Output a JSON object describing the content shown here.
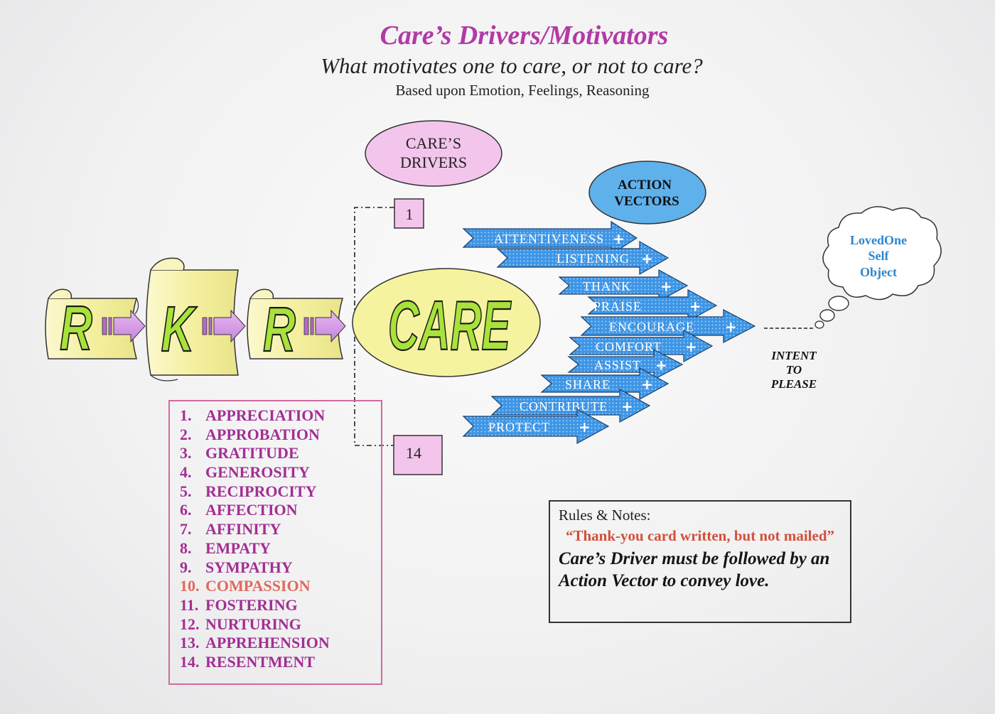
{
  "header": {
    "title": "Care’s Drivers/Motivators",
    "subtitle": "What motivates one to care, or not to care?",
    "basis": "Based upon Emotion, Feelings, Reasoning"
  },
  "chain": {
    "letters": [
      "R",
      "K",
      "R"
    ],
    "center": "CARE"
  },
  "drivers_bubble": {
    "line1": "CARE’S",
    "line2": "DRIVERS"
  },
  "vectors_bubble": {
    "line1": "ACTION",
    "line2": "VECTORS"
  },
  "range_boxes": {
    "first": "1",
    "last": "14"
  },
  "drivers": [
    {
      "num": "1.",
      "label": "APPRECIATION"
    },
    {
      "num": "2.",
      "label": "APPROBATION"
    },
    {
      "num": "3.",
      "label": "GRATITUDE"
    },
    {
      "num": "4.",
      "label": "GENEROSITY"
    },
    {
      "num": "5.",
      "label": "RECIPROCITY"
    },
    {
      "num": "6.",
      "label": "AFFECTION"
    },
    {
      "num": "7.",
      "label": "AFFINITY"
    },
    {
      "num": "8.",
      "label": "EMPATY"
    },
    {
      "num": "9.",
      "label": "SYMPATHY"
    },
    {
      "num": "10.",
      "label": "COMPASSION",
      "highlight": true
    },
    {
      "num": "11.",
      "label": "FOSTERING"
    },
    {
      "num": "12.",
      "label": "NURTURING"
    },
    {
      "num": "13.",
      "label": "APPREHENSION"
    },
    {
      "num": "14.",
      "label": "RESENTMENT"
    }
  ],
  "action_vectors": [
    "ATTENTIVENESS",
    "LISTENING",
    "THANK",
    "PRAISE",
    "ENCOURAGE",
    "COMFORT",
    "ASSIST",
    "SHARE",
    "CONTRIBUTE",
    "PROTECT"
  ],
  "intent": {
    "line1": "INTENT",
    "line2": "TO",
    "line3": "PLEASE"
  },
  "thought_cloud": {
    "line1": "LovedOne",
    "line2": "Self",
    "line3": "Object"
  },
  "notes": {
    "heading": "Rules & Notes:",
    "quote": "“Thank-you card written, but not mailed”",
    "rule": "Care’s Driver must be followed by an Action Vector to convey love."
  },
  "colors": {
    "title": "#b23aa5",
    "scroll_fill": "#f6f3ad",
    "letter_fill": "#a8e23a",
    "connector_arrow": "#d59ae6",
    "bubble_pink": "#f3c5ec",
    "bubble_blue": "#5fb1ec",
    "vector_blue": "#3d95e6",
    "driver_text": "#a32e93",
    "highlight_text": "#e06a5a",
    "cloud_text": "#2e86cf"
  }
}
